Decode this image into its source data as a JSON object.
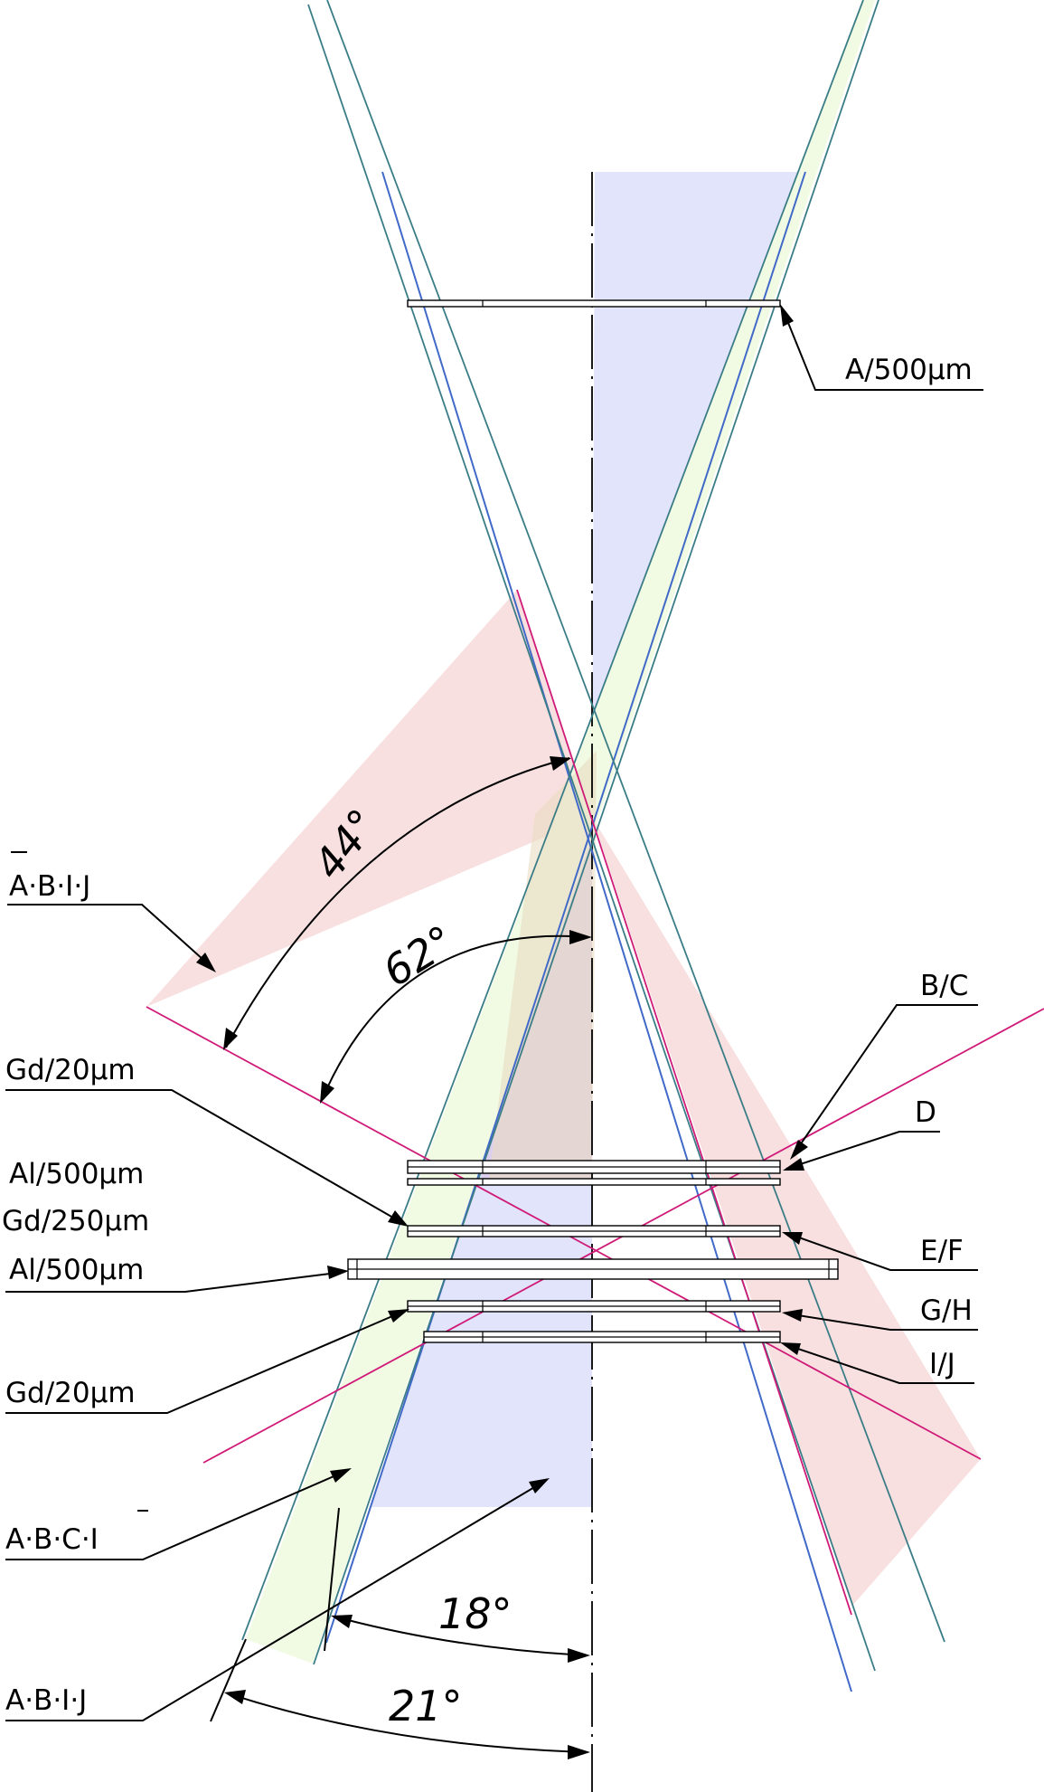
{
  "diagram": {
    "labels": {
      "a_500um": "A/500μm",
      "b_c": "B/C",
      "d": "D",
      "e_f": "E/F",
      "g_h": "G/H",
      "i_j": "I/J",
      "gd_20um_top": "Gd/20μm",
      "al_500um_top": "Al/500μm",
      "gd_250um": "Gd/250μm",
      "al_500um_bottom": "Al/500μm",
      "gd_20um_bottom": "Gd/20μm",
      "not_a_b_i_j": "A·B·I·J",
      "a_b_c_not_i": "A·B·C·I",
      "a_b_i_j": "A·B·I·J"
    },
    "angles": {
      "a44": "44°",
      "a62": "62°",
      "a18": "18°",
      "a21": "21°"
    },
    "colors": {
      "blue_fill": "#e2e4fb",
      "pink_fill": "#f8e0e0",
      "green_fill": "#f1fbe4",
      "purple_overlap": "#d9c9ea",
      "blue_line": "#4169c8",
      "teal_line": "#3b7d86",
      "magenta_line": "#d01a78"
    }
  }
}
